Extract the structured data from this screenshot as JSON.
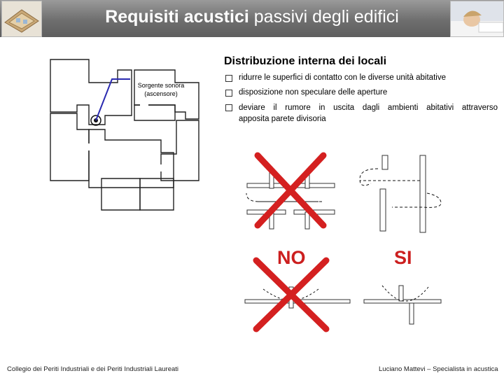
{
  "header": {
    "title_bold": "Requisiti acustici",
    "title_rest": " passivi degli edifici"
  },
  "section_title": "Distribuzione interna dei locali",
  "bullets": [
    "ridurre le superfici di contatto con le diverse unità abitative",
    "disposizione non speculare delle aperture",
    "deviare il rumore in uscita dagli ambienti abitativi attraverso",
    "apposita parete divisoria"
  ],
  "plan": {
    "source_label_1": "Sorgente sonora",
    "source_label_2": "(ascensore)"
  },
  "verdicts": {
    "no": "NO",
    "si": "SI"
  },
  "footer": {
    "left": "Collegio dei Periti Industriali e dei Periti Industriali Laureati",
    "right": "Luciano Mattevi – Specialista in acustica"
  },
  "colors": {
    "cross": "#d42020",
    "arrow_line": "#2a2ab0",
    "header_bg": "#707070"
  }
}
